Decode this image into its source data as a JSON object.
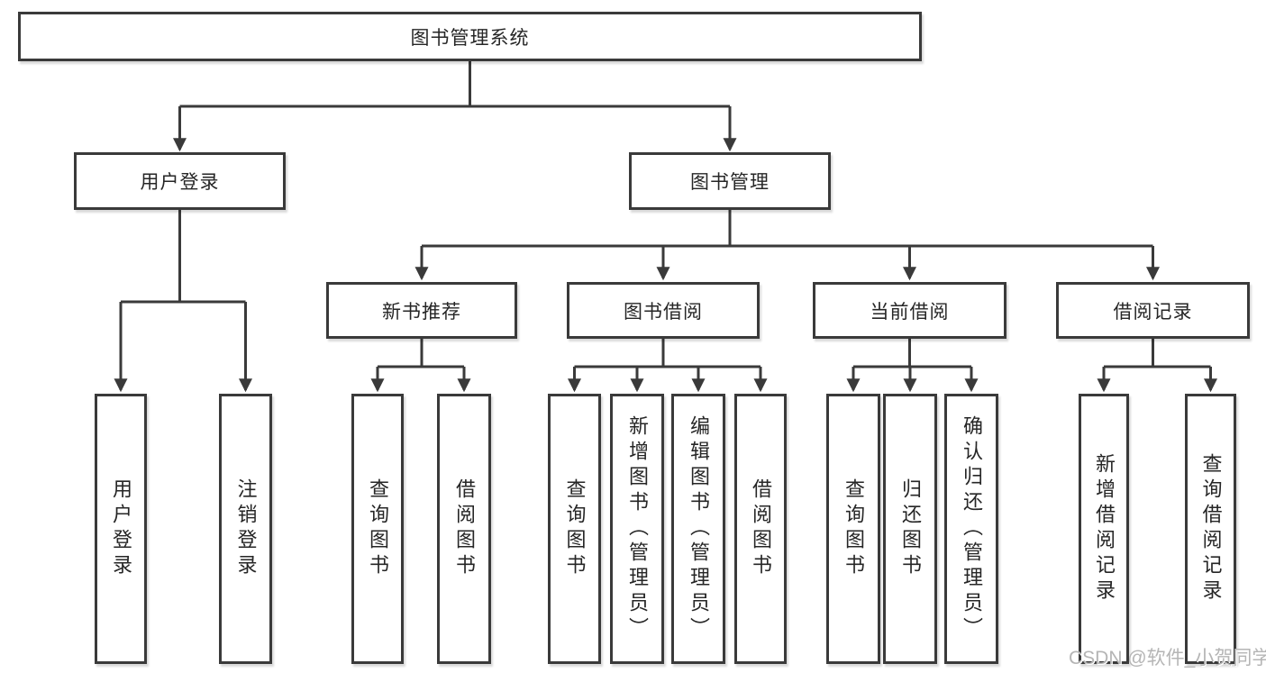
{
  "diagram": {
    "root": "图书管理系统",
    "level2": {
      "user_login": "用户登录",
      "book_management": "图书管理"
    },
    "level3": {
      "new_book_recommend": "新书推荐",
      "book_borrowing": "图书借阅",
      "current_borrowing": "当前借阅",
      "borrowing_records": "借阅记录"
    },
    "leaves": {
      "login": "用户登录",
      "logout": "注销登录",
      "nb_query_books": "查询图书",
      "nb_borrow_books": "借阅图书",
      "bb_query_books": "查询图书",
      "bb_add_books_admin": "新增图书（管理员）",
      "bb_edit_books_admin": "编辑图书（管理员）",
      "bb_borrow_books": "借阅图书",
      "cb_query_books": "查询图书",
      "cb_return_books": "归还图书",
      "cb_confirm_return_admin": "确认归还（管理员）",
      "br_add_record": "新增借阅记录",
      "br_query_record": "查询借阅记录"
    },
    "watermark": "CSDN @软件_小贺同学",
    "colors": {
      "line": "#3a3a3a",
      "text": "#262626",
      "watermark_gray": "#b5b5b5",
      "background": "#ffffff"
    }
  }
}
